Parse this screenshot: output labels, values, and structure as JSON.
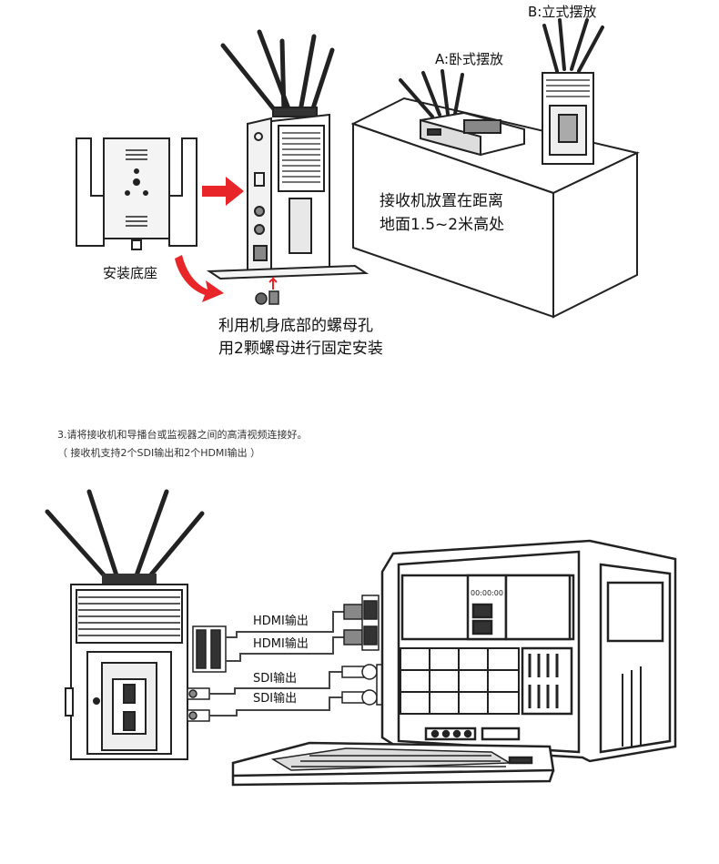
{
  "top": {
    "label_b": "B:立式摆放",
    "label_a": "A:卧式摆放",
    "placement_note_line1": "接收机放置在距离",
    "placement_note_line2": "地面1.5~2米高处",
    "base_label": "安装底座",
    "nut_note_line1": "利用机身底部的螺母孔",
    "nut_note_line2": "用2颗螺母进行固定安装"
  },
  "step3": {
    "line1": "3.请将接收机和导播台或监视器之间的高清视频连接好。",
    "line2": "（ 接收机支持2个SDI输出和2个HDMI输出 ）"
  },
  "cables": {
    "hdmi_1": "HDMI输出",
    "hdmi_2": "HDMI输出",
    "sdi_1": "SDI输出",
    "sdi_2": "SDI输出"
  },
  "monitor": {
    "timecode": "00:00:00"
  },
  "colors": {
    "arrow_red": "#e8262a",
    "line": "#222222",
    "shade": "#555555"
  }
}
